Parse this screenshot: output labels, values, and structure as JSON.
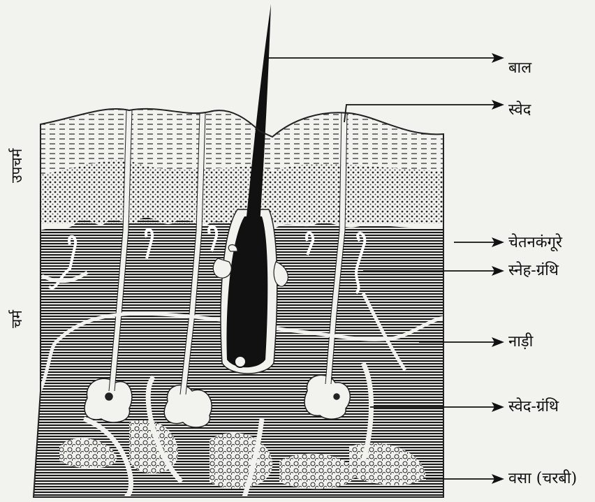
{
  "labels": {
    "hair": "बाल",
    "sweat_pore": "स्वेद",
    "sensory_papillae": "चेतनकंगूरे",
    "sebaceous_gland": "स्नेह-ग्रंथि",
    "nerve": "नाड़ी",
    "sweat_gland": "स्वेद-ग्रंथि",
    "fat": "वसा (चरबी)"
  },
  "side_labels": {
    "epidermis": "उपचर्म",
    "dermis": "चर्म"
  }
}
